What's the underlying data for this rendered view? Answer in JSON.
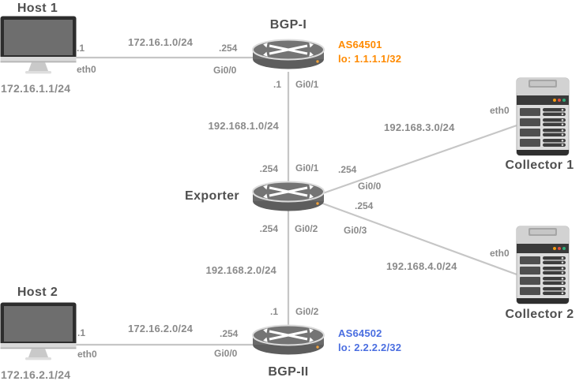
{
  "diagram": {
    "type": "network-topology",
    "colors": {
      "link": "#c6c6c6",
      "label": "#8a8a8a",
      "title": "#4f4f4f",
      "as_bgp1": "#ff8a00",
      "as_bgp2": "#4a6ee0"
    },
    "nodes": {
      "host1": {
        "title": "Host 1",
        "ip": "172.16.1.1/24",
        "icon": "desktop-computer"
      },
      "bgp1": {
        "title": "BGP-I",
        "asn": "AS64501",
        "loopback": "lo: 1.1.1.1/32",
        "icon": "router"
      },
      "exporter": {
        "title": "Exporter",
        "icon": "router"
      },
      "bgp2": {
        "title": "BGP-II",
        "asn": "AS64502",
        "loopback": "lo: 2.2.2.2/32",
        "icon": "router"
      },
      "host2": {
        "title": "Host 2",
        "ip": "172.16.2.1/24",
        "icon": "desktop-computer"
      },
      "collector1": {
        "title": "Collector 1",
        "icon": "server"
      },
      "collector2": {
        "title": "Collector 2",
        "icon": "server"
      }
    },
    "links": [
      {
        "id": "host1-bgp1",
        "subnet": "172.16.1.0/24",
        "a_addr": ".1",
        "a_if": "eth0",
        "b_addr": ".254",
        "b_if": "Gi0/0"
      },
      {
        "id": "bgp1-exporter",
        "subnet": "192.168.1.0/24",
        "a_addr": ".1",
        "a_if": "Gi0/1",
        "b_addr": ".254",
        "b_if": "Gi0/1"
      },
      {
        "id": "exporter-bgp2",
        "subnet": "192.168.2.0/24",
        "a_addr": ".254",
        "a_if": "Gi0/2",
        "b_addr": ".1",
        "b_if": "Gi0/2"
      },
      {
        "id": "exporter-collector1",
        "subnet": "192.168.3.0/24",
        "a_addr": ".254",
        "a_if": "Gi0/0",
        "b_if": "eth0"
      },
      {
        "id": "exporter-collector2",
        "subnet": "192.168.4.0/24",
        "a_addr": ".254",
        "a_if": "Gi0/3",
        "b_if": "eth0"
      },
      {
        "id": "host2-bgp2",
        "subnet": "172.16.2.0/24",
        "a_addr": ".1",
        "a_if": "eth0",
        "b_addr": ".254",
        "b_if": "Gi0/0"
      }
    ]
  }
}
